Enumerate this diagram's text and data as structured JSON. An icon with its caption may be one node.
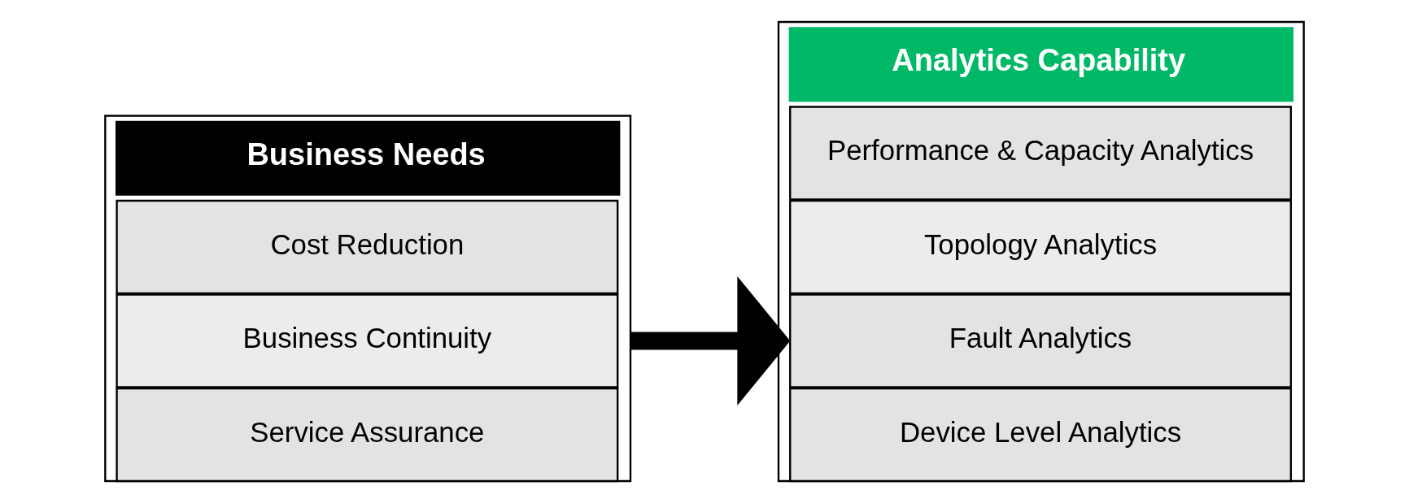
{
  "diagram": {
    "nodes": [
      {
        "text": [
          "Business Needs"
        ]
      },
      {
        "text": [
          "Cost Reduction"
        ],
        "in": 0
      },
      {
        "text": [
          "Business Continuity"
        ],
        "in": 0
      },
      {
        "text": [
          "Service Assurance"
        ],
        "in": 0
      },
      {
        "text": [
          "Analytics Capability"
        ]
      },
      {
        "text": [
          "Performance & Capacity Analytics"
        ],
        "in": 4
      },
      {
        "text": [
          "Topology Analytics"
        ],
        "in": 4
      },
      {
        "text": [
          "Fault Analytics"
        ],
        "in": 4
      },
      {
        "text": [
          "Device Level Analytics"
        ],
        "in": 4
      }
    ],
    "edges": [
      {
        "from": 0,
        "to": 4,
        "arrow": "to"
      }
    ]
  }
}
